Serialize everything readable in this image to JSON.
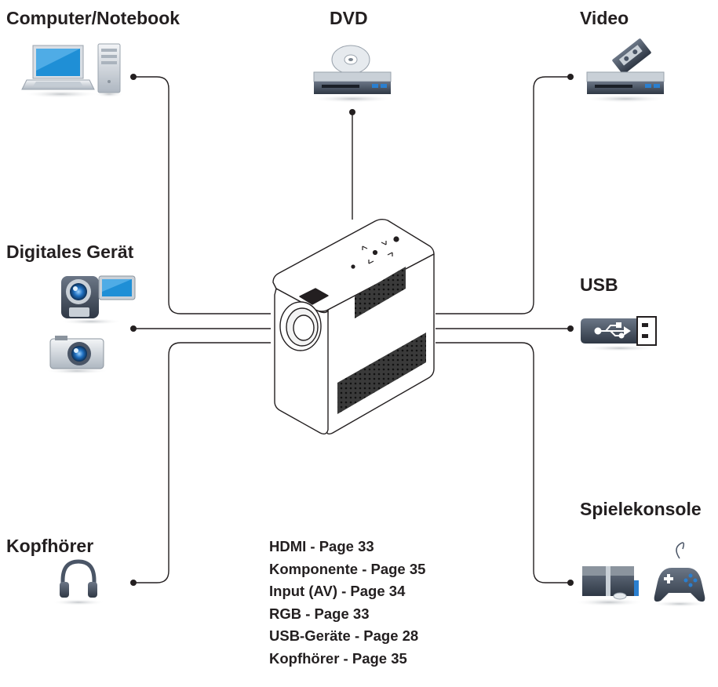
{
  "labels": {
    "computer": "Computer/Notebook",
    "dvd": "DVD",
    "video": "Video",
    "digital": "Digitales Gerät",
    "usb": "USB",
    "headphones": "Kopfhörer",
    "console": "Spielekonsole"
  },
  "references": [
    "HDMI - Page 33",
    "Komponente - Page 35",
    "Input (AV) - Page 34",
    "RGB - Page 33",
    "USB-Geräte - Page 28",
    "Kopfhörer - Page 35"
  ],
  "colors": {
    "line": "#231f20",
    "device_dark": "#4a5566",
    "device_light": "#cfd6de",
    "screen_blue": "#1f8fd6",
    "accent_blue": "#2a7fd0"
  },
  "icons": [
    "laptop-icon",
    "desktop-tower-icon",
    "dvd-player-icon",
    "video-recorder-icon",
    "camcorder-icon",
    "camera-icon",
    "usb-stick-icon",
    "headphones-icon",
    "game-console-icon",
    "gamepad-icon",
    "projector-icon"
  ]
}
